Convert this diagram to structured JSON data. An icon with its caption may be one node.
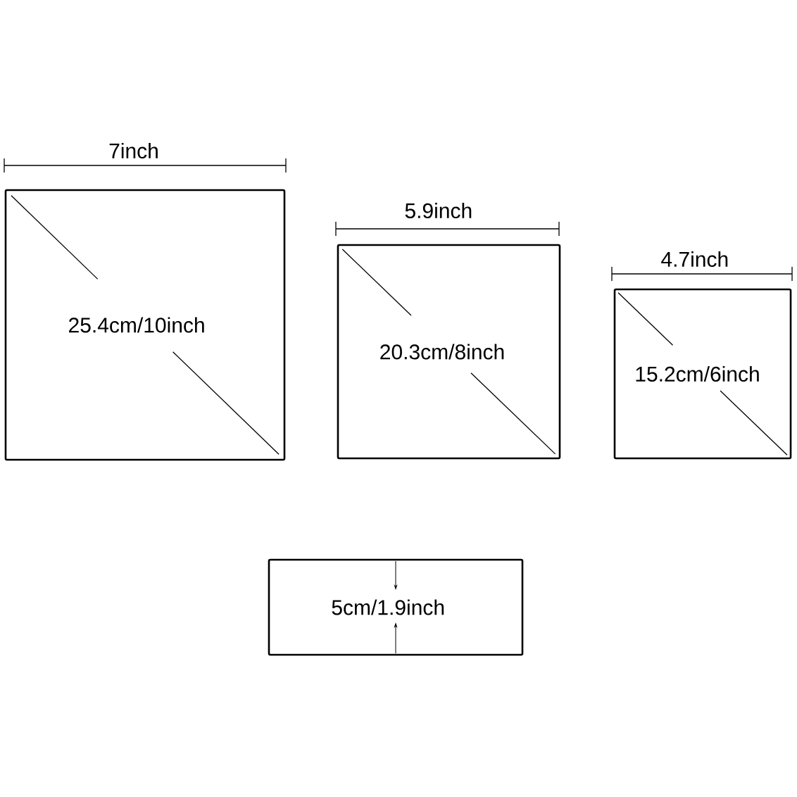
{
  "diagram": {
    "nodes": [
      {
        "text": [
          "25.4cm/10inch"
        ],
        "beside": [
          "7inch"
        ]
      },
      {
        "text": [
          "20.3cm/8inch"
        ],
        "beside": [
          "5.9inch"
        ]
      },
      {
        "text": [
          "15.2cm/6inch"
        ],
        "beside": [
          "4.7inch"
        ]
      },
      {
        "text": [
          "5cm/1.9inch"
        ]
      }
    ]
  }
}
